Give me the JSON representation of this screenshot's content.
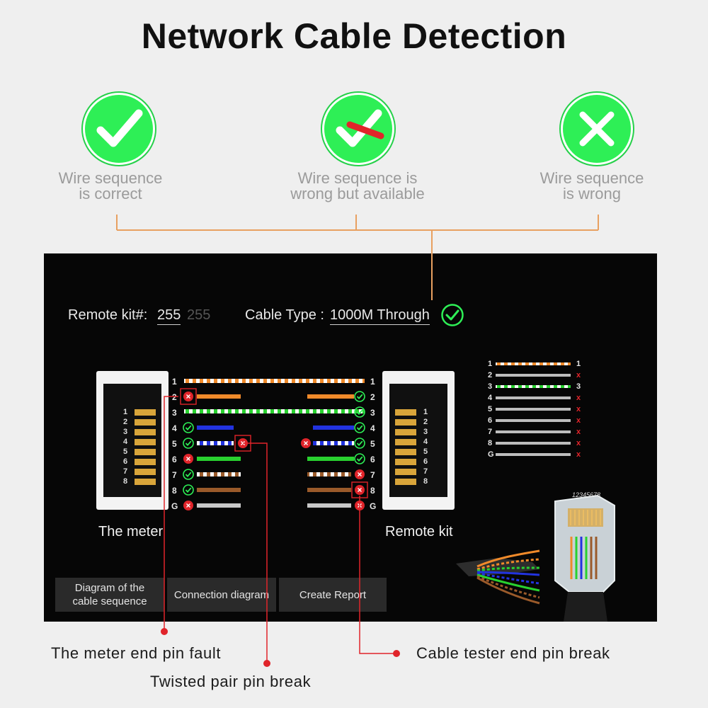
{
  "title": "Network Cable Detection",
  "statuses": [
    {
      "label_line1": "Wire sequence",
      "label_line2": "is correct",
      "icon": "check-icon"
    },
    {
      "label_line1": "Wire sequence is",
      "label_line2": "wrong but available",
      "icon": "check-crossed-icon"
    },
    {
      "label_line1": "Wire sequence",
      "label_line2": "is wrong",
      "icon": "cross-icon"
    }
  ],
  "screen": {
    "remote_kit_label": "Remote kit#:",
    "remote_kit_value": "255",
    "remote_kit_value2": "255",
    "cable_type_label": "Cable Type :",
    "cable_type_value": "1000M Through",
    "pins": [
      "1",
      "2",
      "3",
      "4",
      "5",
      "6",
      "7",
      "8",
      "G"
    ],
    "meter_label": "The meter",
    "remote_label": "Remote kit",
    "buttons": {
      "diagram_line1": "Diagram of the",
      "diagram_line2": "cable sequence",
      "connection": "Connection diagram",
      "report": "Create Report"
    },
    "plug_label": "12345678"
  },
  "callouts": {
    "meter_fault": "The meter end pin fault",
    "twisted_break": "Twisted pair pin break",
    "tester_break": "Cable tester end pin break"
  },
  "colors": {
    "accent_green": "#2eef56",
    "accent_red": "#e0242a",
    "bracket_orange": "#e8a060"
  }
}
